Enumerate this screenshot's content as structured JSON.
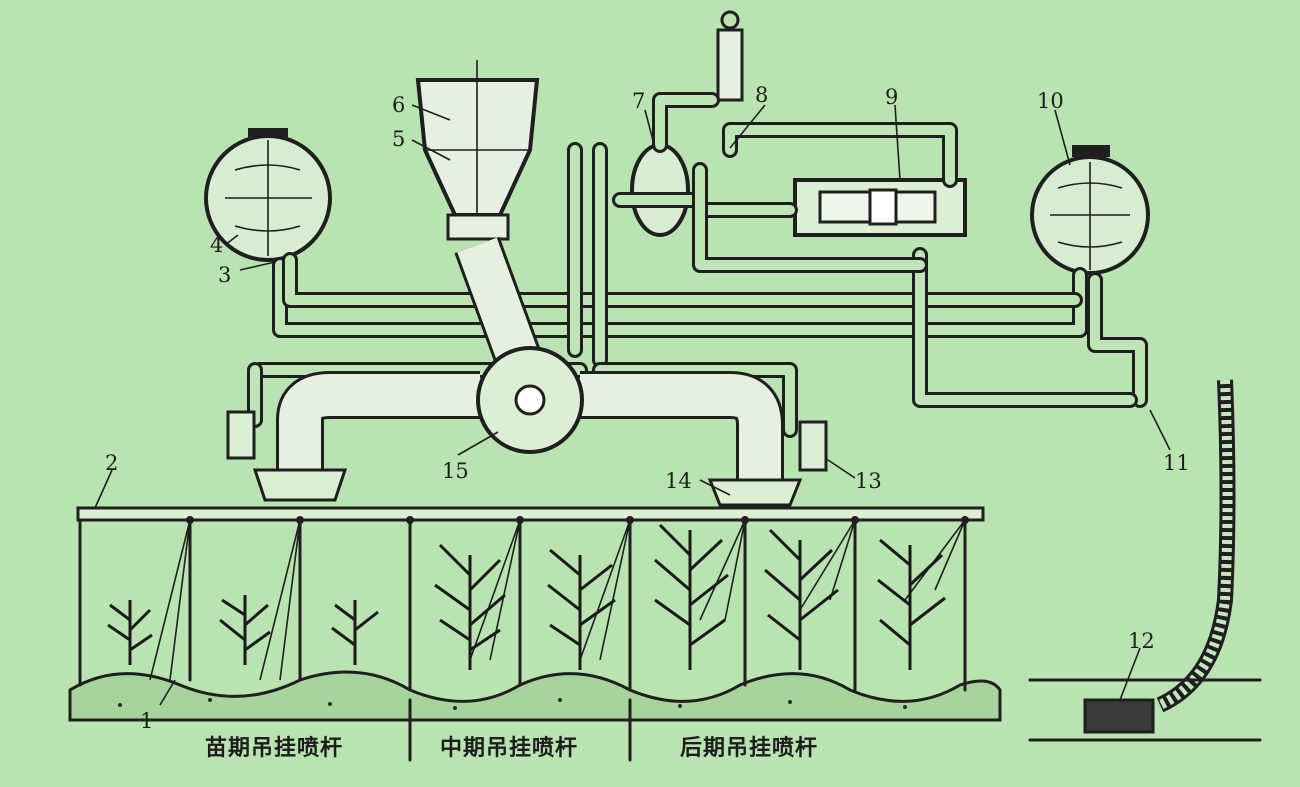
{
  "callouts": [
    {
      "id": "1",
      "text": "1"
    },
    {
      "id": "2",
      "text": "2"
    },
    {
      "id": "3",
      "text": "3"
    },
    {
      "id": "4",
      "text": "4"
    },
    {
      "id": "5",
      "text": "5"
    },
    {
      "id": "6",
      "text": "6"
    },
    {
      "id": "7",
      "text": "7"
    },
    {
      "id": "8",
      "text": "8"
    },
    {
      "id": "9",
      "text": "9"
    },
    {
      "id": "10",
      "text": "10"
    },
    {
      "id": "11",
      "text": "11"
    },
    {
      "id": "12",
      "text": "12"
    },
    {
      "id": "13",
      "text": "13"
    },
    {
      "id": "14",
      "text": "14"
    },
    {
      "id": "15",
      "text": "15"
    }
  ],
  "captions": {
    "seedling": "苗期吊挂喷杆",
    "middle": "中期吊挂喷杆",
    "late": "后期吊挂喷杆"
  },
  "colors": {
    "paper": "#b9e3b1",
    "ink": "#1f1f1f",
    "tank_fill": "#d7ecd0"
  }
}
